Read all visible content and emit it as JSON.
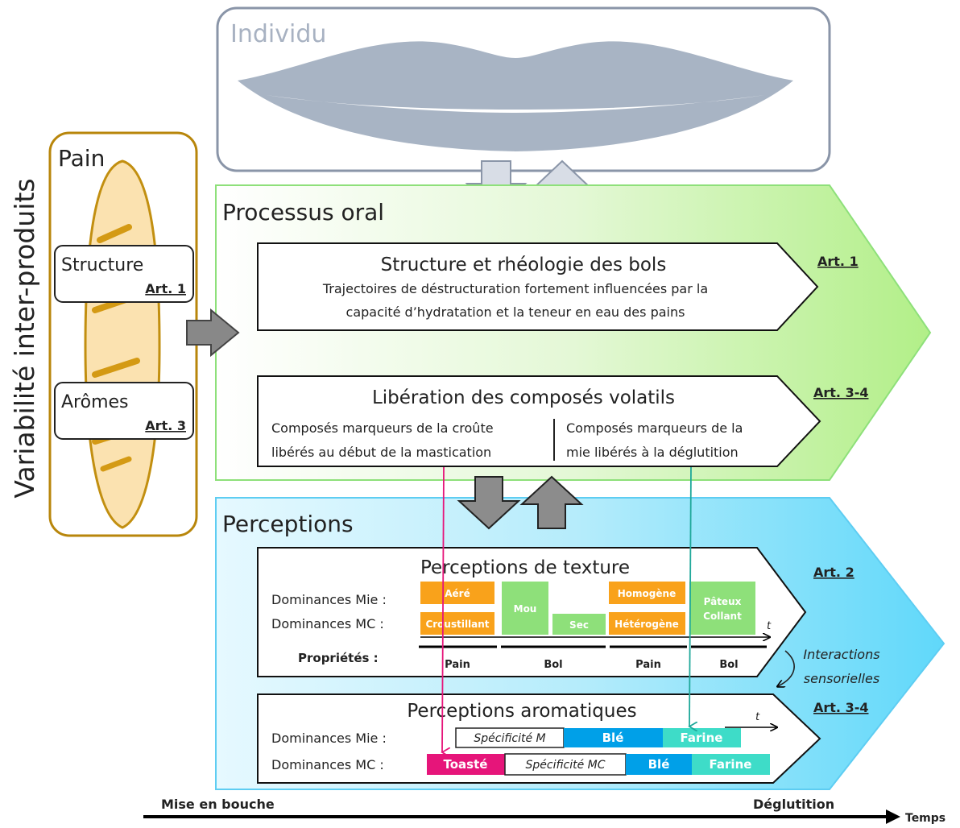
{
  "side_title": "Variabilité inter-produits",
  "individu": {
    "label": "Individu"
  },
  "pain": {
    "title": "Pain",
    "structure": {
      "label": "Structure",
      "ref": "Art. 1"
    },
    "aromes": {
      "label": "Arômes",
      "ref": "Art. 3"
    }
  },
  "processus": {
    "title": "Processus oral",
    "bols": {
      "title": "Structure et rhéologie des bols",
      "line1": "Trajectoires de déstructuration fortement influencées par la",
      "line2": "capacité d’hydratation et la teneur en eau des pains",
      "ref": "Art. 1"
    },
    "liberation": {
      "title": "Libération des composés volatils",
      "left1": "Composés marqueurs de la croûte",
      "left2": "libérés au début de la mastication",
      "right1": "Composés  marqueurs de la",
      "right2": "mie libérés à la déglutition",
      "ref": "Art. 3-4"
    }
  },
  "perceptions": {
    "title": "Perceptions",
    "texture": {
      "title": "Perceptions de texture",
      "ref": "Art. 2",
      "row_mie": "Dominances Mie :",
      "row_mc": "Dominances MC :",
      "props_label": "Propriétés :",
      "t": "t",
      "blocks": {
        "aere": "Aéré",
        "croustillant": "Croustillant",
        "mou": "Mou",
        "sec": "Sec",
        "homogene": "Homogène",
        "heterogene": "Hétérogène",
        "pateux": "Pâteux",
        "collant": "Collant"
      },
      "props": [
        "Pain",
        "Bol",
        "Pain",
        "Bol"
      ]
    },
    "interactions": {
      "line1": "Interactions",
      "line2": "sensorielles"
    },
    "aroma": {
      "title": "Perceptions aromatiques",
      "ref": "Art. 3-4",
      "row_mie": "Dominances Mie :",
      "row_mc": "Dominances MC :",
      "t": "t",
      "mie_blocks": [
        "Spécificité M",
        "Blé",
        "Farine"
      ],
      "mc_blocks": [
        "Toasté",
        "Spécificité MC",
        "Blé",
        "Farine"
      ]
    }
  },
  "timeline": {
    "start": "Mise en bouche",
    "end": "Déglutition",
    "axis": "Temps"
  },
  "colors": {
    "orange": "#F9A21B",
    "green": "#8EE07A",
    "blue": "#00A0E8",
    "teal": "#3EDCC8",
    "pink": "#E6157A",
    "bread": "#FBE2B0",
    "bread_border": "#C28F10"
  }
}
